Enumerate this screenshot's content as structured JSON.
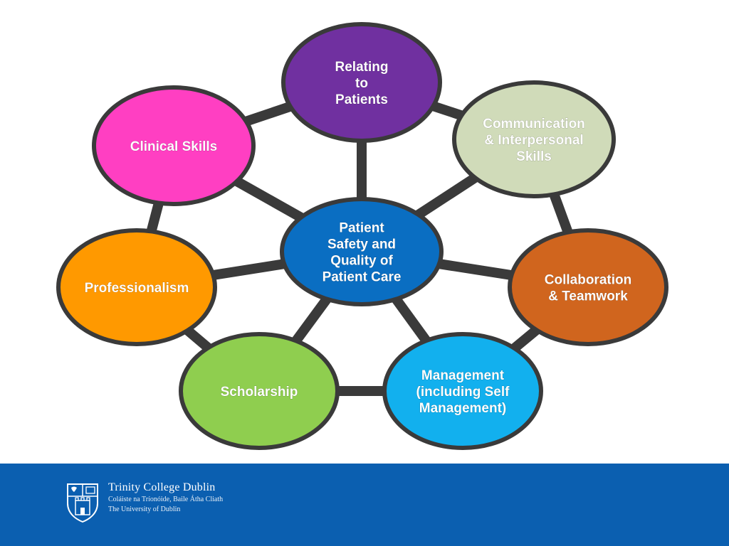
{
  "diagram": {
    "center": {
      "lines": [
        "Patient",
        "Safety and",
        "Quality of",
        "Patient Care"
      ],
      "color": "#0a6ec2"
    },
    "nodes": [
      {
        "id": "relating-to-patients",
        "lines": [
          "Relating",
          "to",
          "Patients"
        ],
        "color": "#7030a0"
      },
      {
        "id": "communication-interpersonal-skills",
        "lines": [
          "Communication",
          "& Interpersonal",
          "Skills"
        ],
        "color": "#d0dbb9"
      },
      {
        "id": "collaboration-teamwork",
        "lines": [
          "Collaboration",
          "& Teamwork"
        ],
        "color": "#d0651e"
      },
      {
        "id": "management",
        "lines": [
          "Management",
          "(including Self",
          "Management)"
        ],
        "color": "#12b0ee"
      },
      {
        "id": "scholarship",
        "lines": [
          "Scholarship"
        ],
        "color": "#8fce4f"
      },
      {
        "id": "professionalism",
        "lines": [
          "Professionalism"
        ],
        "color": "#ff9900"
      },
      {
        "id": "clinical-skills",
        "lines": [
          "Clinical Skills"
        ],
        "color": "#ff3fc2"
      }
    ],
    "ring_color": "#3a3a3a",
    "node_border_color": "#3a3a3a"
  },
  "footer": {
    "band_color": "#0b5fb0",
    "org_name": "Trinity College Dublin",
    "org_name_irish": "Coláiste na Tríonóide, Baile Átha Cliath",
    "org_subtitle": "The University of Dublin"
  }
}
